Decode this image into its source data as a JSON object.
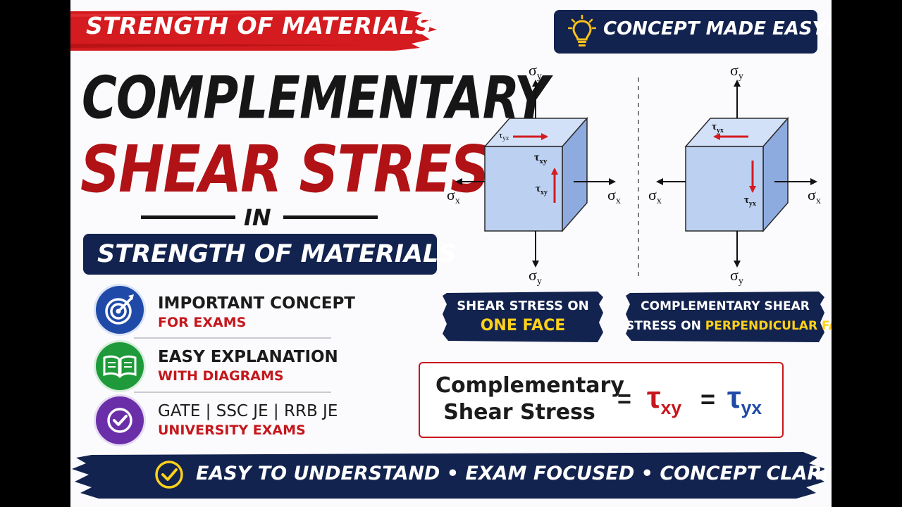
{
  "header": {
    "banner": "STRENGTH OF MATERIALS",
    "tip": "CONCEPT MADE EASY!"
  },
  "title": {
    "line1": "COMPLEMENTARY",
    "line2": "SHEAR STRESS",
    "connector": "IN",
    "subtitle": "STRENGTH OF MATERIALS"
  },
  "features": [
    {
      "main": "IMPORTANT CONCEPT",
      "sub": "FOR EXAMS",
      "icon": "target-icon",
      "color": "#1f4aa8"
    },
    {
      "main": "EASY EXPLANATION",
      "sub": "WITH DIAGRAMS",
      "icon": "book-icon",
      "color": "#1f9a3a"
    },
    {
      "main": "GATE | SSC JE | RRB JE",
      "sub": "UNIVERSITY EXAMS",
      "icon": "check-badge-icon",
      "color": "#6a2fa8"
    }
  ],
  "diagram_left": {
    "sigma_y_top": "σ",
    "sigma_y_top_sub": "y",
    "sigma_y_bottom": "σ",
    "sigma_y_bottom_sub": "y",
    "sigma_x_left": "σ",
    "sigma_x_left_sub": "x",
    "sigma_x_right": "σ",
    "sigma_x_right_sub": "x",
    "tau_top": "τ",
    "tau_top_sub": "yx",
    "tau_right": "τ",
    "tau_right_sub": "xy",
    "tau_vertical": "τ",
    "tau_vertical_sub": "xy",
    "caption_line1": "SHEAR STRESS ON",
    "caption_line2": "ONE FACE"
  },
  "diagram_right": {
    "sigma_y_top": "σ",
    "sigma_y_top_sub": "y",
    "sigma_y_bottom": "σ",
    "sigma_y_bottom_sub": "y",
    "sigma_x_left": "σ",
    "sigma_x_left_sub": "x",
    "sigma_x_right": "σ",
    "sigma_x_right_sub": "x",
    "tau_top": "τ",
    "tau_top_sub": "yx",
    "tau_vertical": "τ",
    "tau_vertical_sub": "yx",
    "caption_line1": "COMPLEMENTARY SHEAR",
    "caption_line2_a": "STRESS ON ",
    "caption_line2_b": "PERPENDICULAR FACE"
  },
  "formula": {
    "label_line1": "Complementary",
    "label_line2": "Shear Stress",
    "equals": "=",
    "lhs": "τ",
    "lhs_sub": "xy",
    "rhs": "τ",
    "rhs_sub": "yx"
  },
  "footer": {
    "text": "EASY TO UNDERSTAND • EXAM FOCUSED • CONCEPT CLARITY"
  },
  "colors": {
    "navy": "#13234f",
    "red": "#c8161c",
    "yellow": "#ffd11a",
    "cube_face": "#bcd0f2",
    "cube_side": "#8aa8de"
  }
}
